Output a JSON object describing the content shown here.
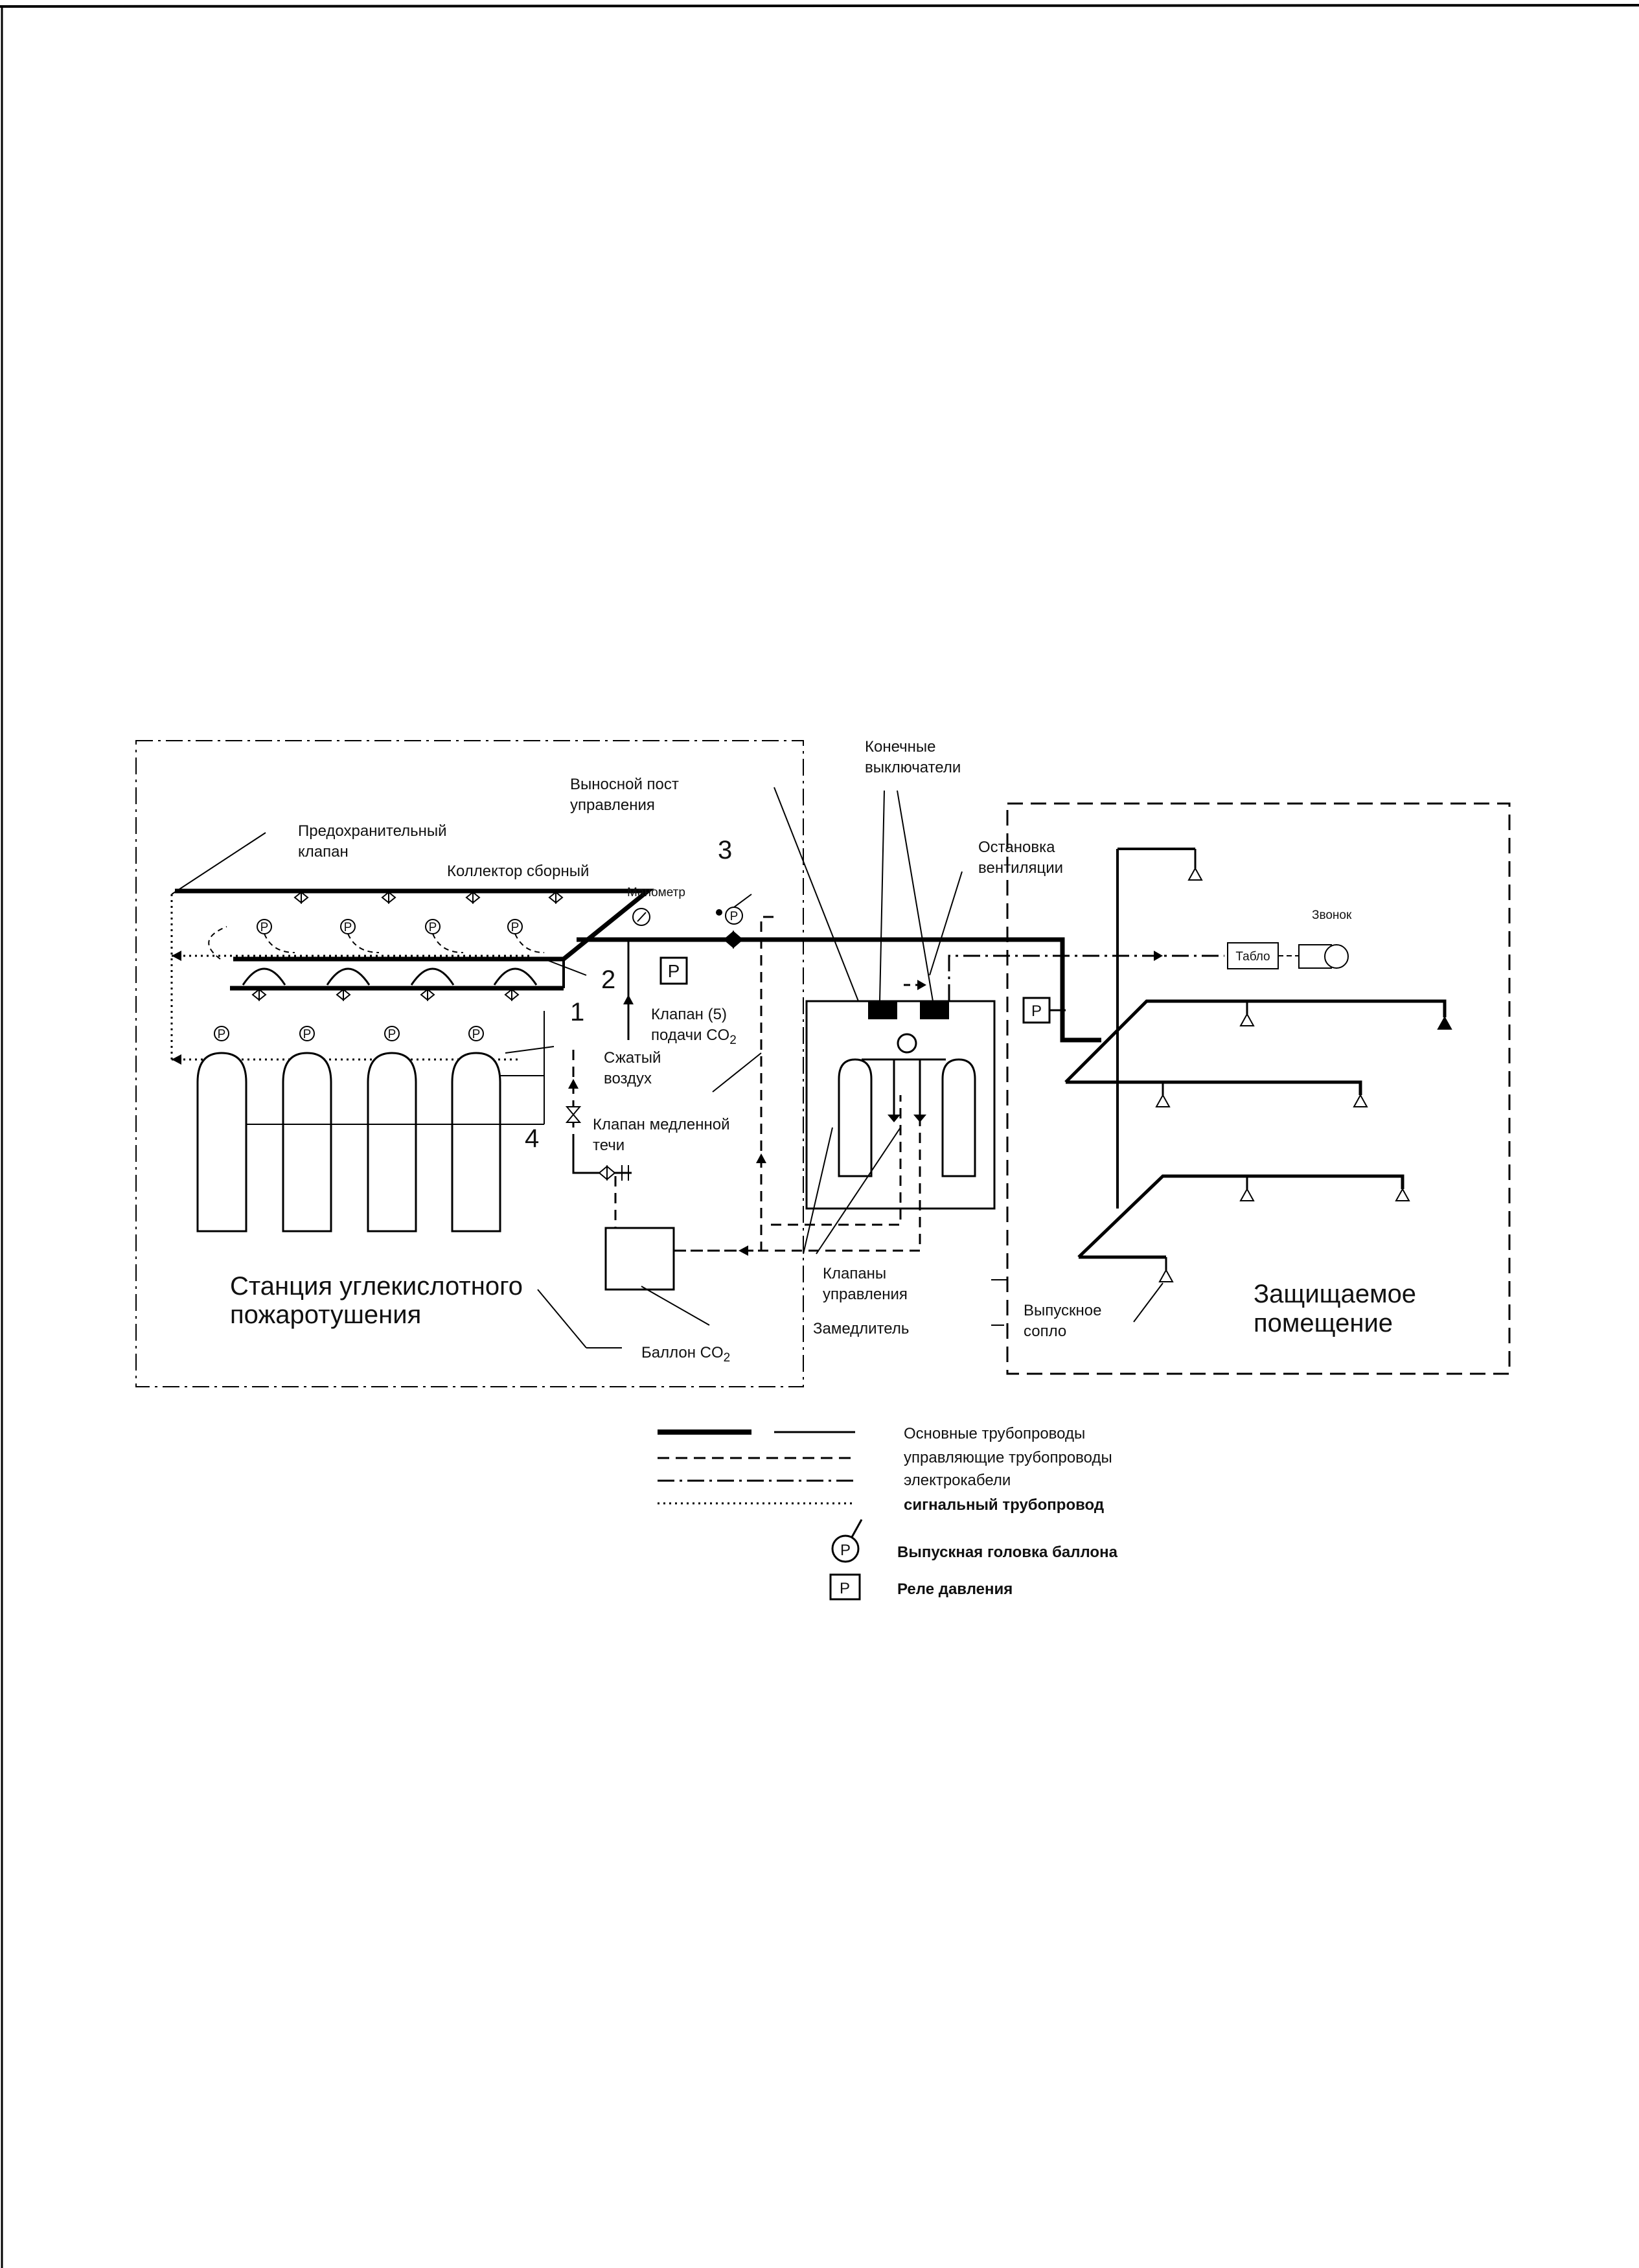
{
  "labels": {
    "safety_valve_1": "Предохранительный",
    "safety_valve_2": "клапан",
    "collector": "Коллектор сборный",
    "remote_post_1": "Выносной пост",
    "remote_post_2": "управления",
    "manometer": "Манометр",
    "limit_switches_1": "Конечные",
    "limit_switches_2": "выключатели",
    "vent_stop_1": "Остановка",
    "vent_stop_2": "вентиляции",
    "bell": "Звонок",
    "tablo": "Табло",
    "valve5_1": "Клапан (5)",
    "valve5_2": "подачи CO",
    "co2_sub": "2",
    "compressed_air_1": "Сжатый",
    "compressed_air_2": "воздух",
    "slow_leak_valve_1": "Клапан медленной",
    "slow_leak_valve_2": "течи",
    "control_valves_1": "Клапаны",
    "control_valves_2": "управления",
    "retarder": "Замедлитель",
    "station_1": "Станция углекислотного",
    "station_2": "пожаротушения",
    "cylinder_co2": "Баллон CO",
    "nozzle_1": "Выпускное",
    "nozzle_2": "сопло",
    "room_1": "Защищаемое",
    "room_2": "помещение",
    "p_symbol": "P",
    "num_1": "1",
    "num_2": "2",
    "num_3": "3",
    "num_4": "4"
  },
  "legend": {
    "main_pipes": "Основные трубопроводы",
    "control_pipes": "управляющие трубопроводы",
    "cables": "электрокабели",
    "signal_pipe": "сигнальный трубопровод",
    "release_head": "Выпускная головка баллона",
    "pressure_relay": "Реле давления"
  }
}
